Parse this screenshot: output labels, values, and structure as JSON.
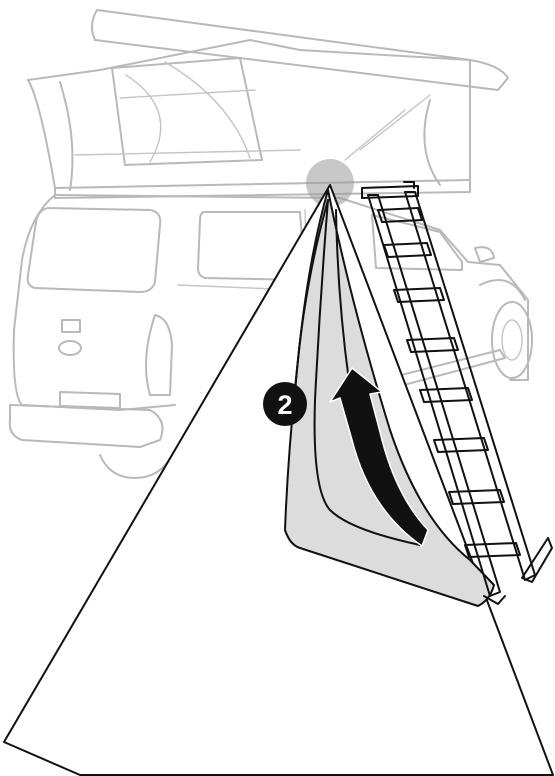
{
  "figure": {
    "step_label": "2",
    "colors": {
      "outline_faint": "#b9b9b9",
      "outline_bold": "#111111",
      "canvas_fill": "#dcdcdc",
      "highlight": "#9a9a9a",
      "arrow": "#111111",
      "badge": "#111111"
    },
    "icons": [
      "rooftop-tent",
      "vehicle",
      "ladder",
      "curved-arrow-up",
      "step-badge",
      "callout-beam"
    ]
  }
}
